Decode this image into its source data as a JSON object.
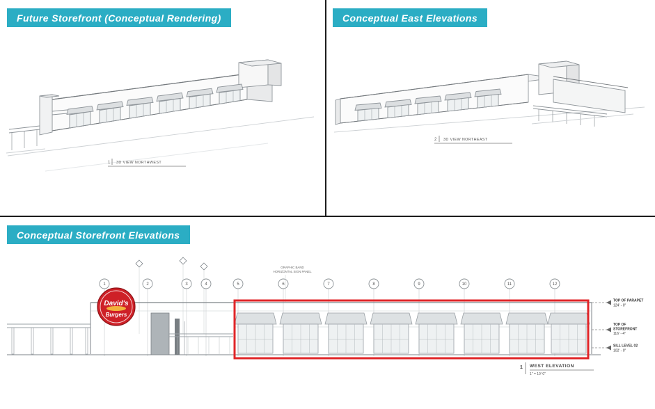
{
  "colors": {
    "banner_teal": "#2BADC4",
    "highlight_red": "#E02528",
    "logo_red": "#CE2027",
    "line_gray": "#8f959a"
  },
  "panels": {
    "top_left": {
      "title": "Future Storefront (Conceptual Rendering)",
      "caption_num": "1",
      "caption": "3D VIEW NORTHWEST"
    },
    "top_right": {
      "title": "Conceptual East Elevations",
      "caption_num": "2",
      "caption": "3D VIEW NORTHEAST"
    },
    "bottom": {
      "title": "Conceptual Storefront Elevations",
      "caption_num": "1",
      "caption": "WEST ELEVATION",
      "caption_scale": "1\" = 10'-0\"",
      "sign_note_line1": "GRAPHIC BAND",
      "sign_note_line2": "HORIZONTAL SIGN PANEL",
      "logo_line1": "David's",
      "logo_line2": "Burgers",
      "grid": {
        "labels": [
          "1",
          "2",
          "3",
          "4",
          "5",
          "6",
          "7",
          "8",
          "9",
          "10",
          "11",
          "12"
        ]
      },
      "levels": [
        {
          "label1": "TOP OF PARAPET",
          "label2": "",
          "value": "124' - 0\""
        },
        {
          "label1": "TOP OF",
          "label2": "STOREFRONT",
          "value": "116' - 4\""
        },
        {
          "label1": "SILL LEVEL 02",
          "label2": "",
          "value": "102' - 0\""
        }
      ]
    }
  }
}
